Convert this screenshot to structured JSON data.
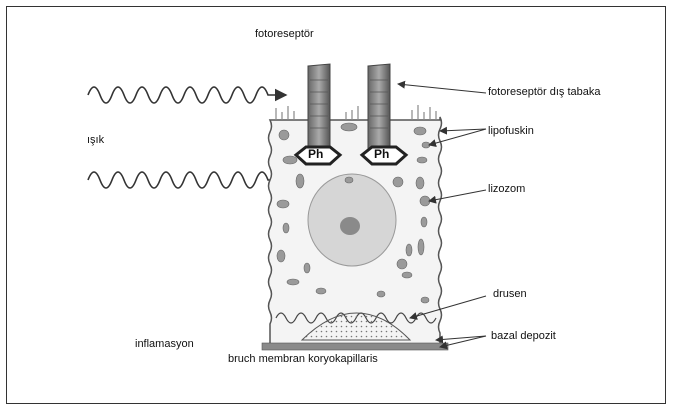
{
  "labels": {
    "fotoreseptor": "fotoreseptör",
    "isik": "ışık",
    "dis_tabaka": "fotoreseptör dış tabaka",
    "lipofuskin": "lipofuskin",
    "lizozom": "lizozom",
    "drusen": "drusen",
    "bazal_depozit": "bazal depozit",
    "inflamasyon": "inflamasyon",
    "bruch": "bruch membran koryokapillaris",
    "ph_left": "Ph",
    "ph_right": "Ph"
  },
  "colors": {
    "cell_outline": "#555555",
    "organelle": "#9a9a9a",
    "nucleus": "#d6d6d6",
    "membrane": "#8a8a8a"
  }
}
